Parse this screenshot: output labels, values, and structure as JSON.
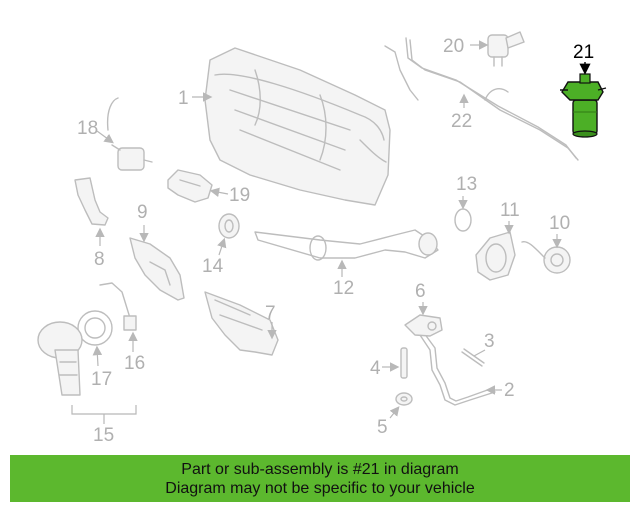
{
  "diagram": {
    "highlighted_part": "21",
    "highlight_color": "#4caf26",
    "labels": {
      "p1": "1",
      "p2": "2",
      "p3": "3",
      "p4": "4",
      "p5": "5",
      "p6": "6",
      "p7": "7",
      "p8": "8",
      "p9": "9",
      "p10": "10",
      "p11": "11",
      "p12": "12",
      "p13": "13",
      "p14": "14",
      "p15": "15",
      "p16": "16",
      "p17": "17",
      "p18": "18",
      "p19": "19",
      "p20": "20",
      "p21": "21",
      "p22": "22"
    }
  },
  "banner": {
    "line1": "Part or sub-assembly is #21 in diagram",
    "line2": "Diagram may not be specific to your vehicle",
    "color": "#5cb82e"
  }
}
